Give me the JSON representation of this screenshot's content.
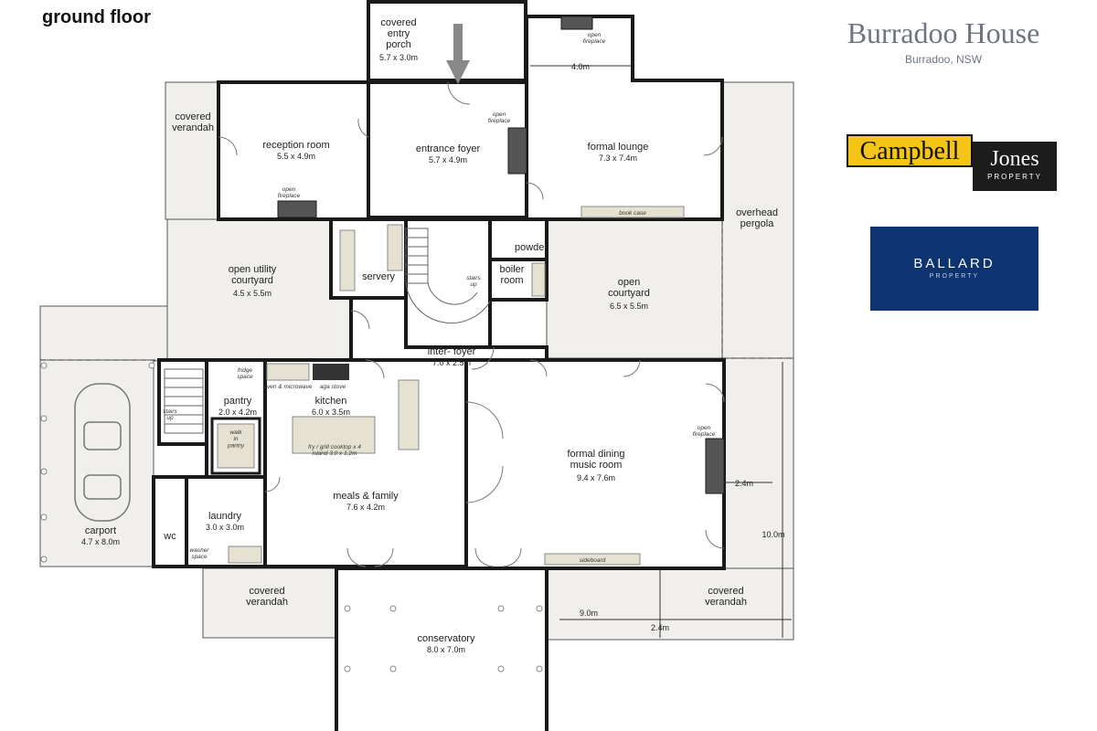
{
  "floor_title": "ground floor",
  "house": {
    "name": "Burradoo House",
    "location": "Burradoo, NSW"
  },
  "logos": {
    "campbell_jones": {
      "left": "Campbell",
      "right": "Jones",
      "sub": "PROPERTY"
    },
    "ballard": {
      "main": "BALLARD",
      "sub": "PROPERTY"
    }
  },
  "colors": {
    "room": "#ffffff",
    "outdoor": "#f0efec",
    "wall": "#1a1a1a",
    "fixture": "#e6e2d2",
    "arrow": "#888888"
  },
  "rooms": {
    "porch": {
      "name": "covered\nentry\nporch",
      "size": "5.7 x 3.0m"
    },
    "reception": {
      "name": "reception room",
      "size": "5.5 x 4.9m"
    },
    "foyer": {
      "name": "entrance foyer",
      "size": "5.7 x 4.9m"
    },
    "lounge": {
      "name": "formal lounge",
      "size": "7.3 x 7.4m"
    },
    "verandah_nw": {
      "name": "covered\nverandah"
    },
    "pergola": {
      "name": "overhead\npergola"
    },
    "utility": {
      "name": "open utility\ncourtyard",
      "size": "4.5 x 5.5m"
    },
    "servery": {
      "name": "servery"
    },
    "powder": {
      "name": "powder"
    },
    "boiler": {
      "name": "boiler\nroom"
    },
    "courtyard": {
      "name": "open\ncourtyard",
      "size": "6.5 x 5.5m"
    },
    "interfoyer": {
      "name": "inter- foyer",
      "size": "7.0 x 2.5m"
    },
    "pantry": {
      "name": "pantry",
      "size": "2.0 x 4.2m"
    },
    "kitchen": {
      "name": "kitchen",
      "size": "6.0 x 3.5m"
    },
    "dining": {
      "name": "formal dining\nmusic room",
      "size": "9.4 x 7.6m"
    },
    "meals": {
      "name": "meals & family",
      "size": "7.6 x 4.2m"
    },
    "laundry": {
      "name": "laundry",
      "size": "3.0 x 3.0m"
    },
    "wc": {
      "name": "wc"
    },
    "carport": {
      "name": "carport",
      "size": "4.7 x 8.0m"
    },
    "verandah_s": {
      "name": "covered\nverandah"
    },
    "verandah_se": {
      "name": "covered\nverandah"
    },
    "conservatory": {
      "name": "conservatory",
      "size": "8.0 x 7.0m"
    }
  },
  "notes": {
    "open_fireplace": "open\nfireplace",
    "book_case": "book case",
    "fridge_space": "fridge\nspace",
    "oven": "oven & microwave",
    "aga": "aga stove",
    "island": "fry / grill cooktop x 4\nisland 3.0 x 1.2m",
    "walk_in": "walk\nin\npantry",
    "washer": "washer\nspace",
    "sideboard": "sideboard",
    "stairs_up": "stairs\nup"
  },
  "dimensions": {
    "lounge_top": "4.0m",
    "dining_right": "2.4m",
    "east_height": "10.0m",
    "verandah_width": "9.0m",
    "verandah_depth": "2.4m"
  }
}
